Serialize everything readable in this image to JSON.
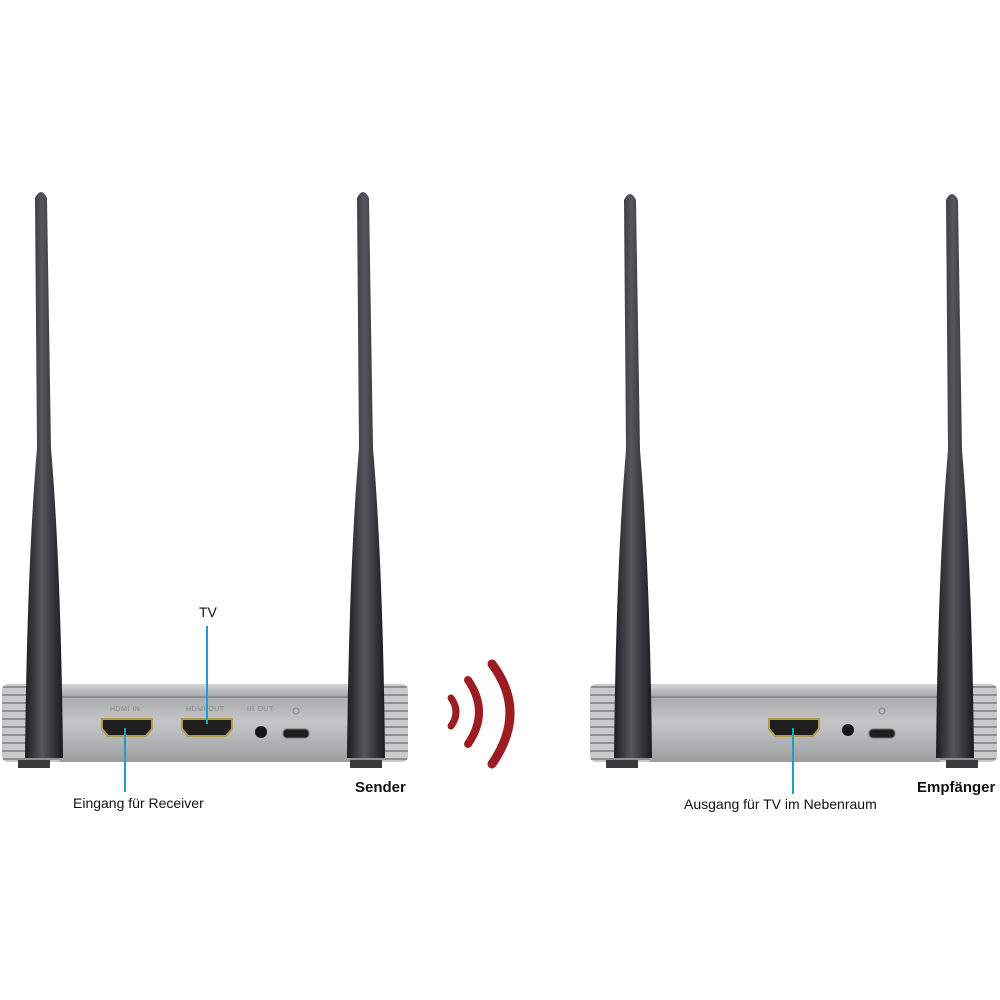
{
  "labels": {
    "tv": "TV",
    "input_receiver": "Eingang für Receiver",
    "sender": "Sender",
    "output_tv": "Ausgang für TV im Nebenraum",
    "receiver": "Empfänger"
  },
  "ports": {
    "hdmi_in": "HDMI IN",
    "hdmi_out": "HDMI OUT",
    "ir_out": "IR OUT"
  },
  "colors": {
    "callout_line": "#1a9fd0",
    "wireless_signal": "#9b1c22",
    "antenna": "#2e2f31",
    "housing": "#b9babc"
  },
  "icons": [
    "wireless-signal-icon",
    "power-icon"
  ]
}
